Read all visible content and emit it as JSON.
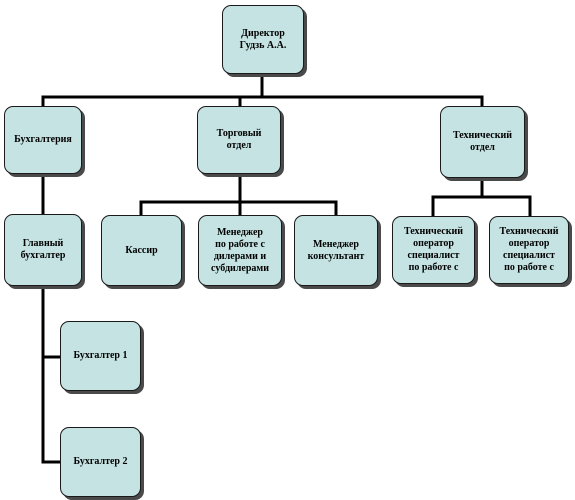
{
  "chart": {
    "colors": {
      "node_fill": "#c5e3e3",
      "node_border": "#1a1a1a",
      "connector": "#000000"
    },
    "nodes": {
      "director": {
        "label": "Директор\nГудзь А.А."
      },
      "accounting": {
        "label": "Бухгалтерия"
      },
      "trade": {
        "label": "Торговый\nотдел"
      },
      "technical": {
        "label": "Технический\nотдел"
      },
      "chief_accountant": {
        "label": "Главный\nбухгалтер"
      },
      "cashier": {
        "label": "Кассир"
      },
      "manager_dealers": {
        "label": "Менеджер\nпо работе с\nдилерами и\nсубдилерами"
      },
      "manager_consultant": {
        "label": "Менеджер\nконсультант"
      },
      "tech_operator_1": {
        "label": "Технический\nоператор\nспециалист\nпо работе с"
      },
      "tech_operator_2": {
        "label": "Технический\nоператор\nспециалист\nпо работе с"
      },
      "accountant_1": {
        "label": "Бухгалтер  1"
      },
      "accountant_2": {
        "label": "Бухгалтер  2"
      }
    }
  }
}
